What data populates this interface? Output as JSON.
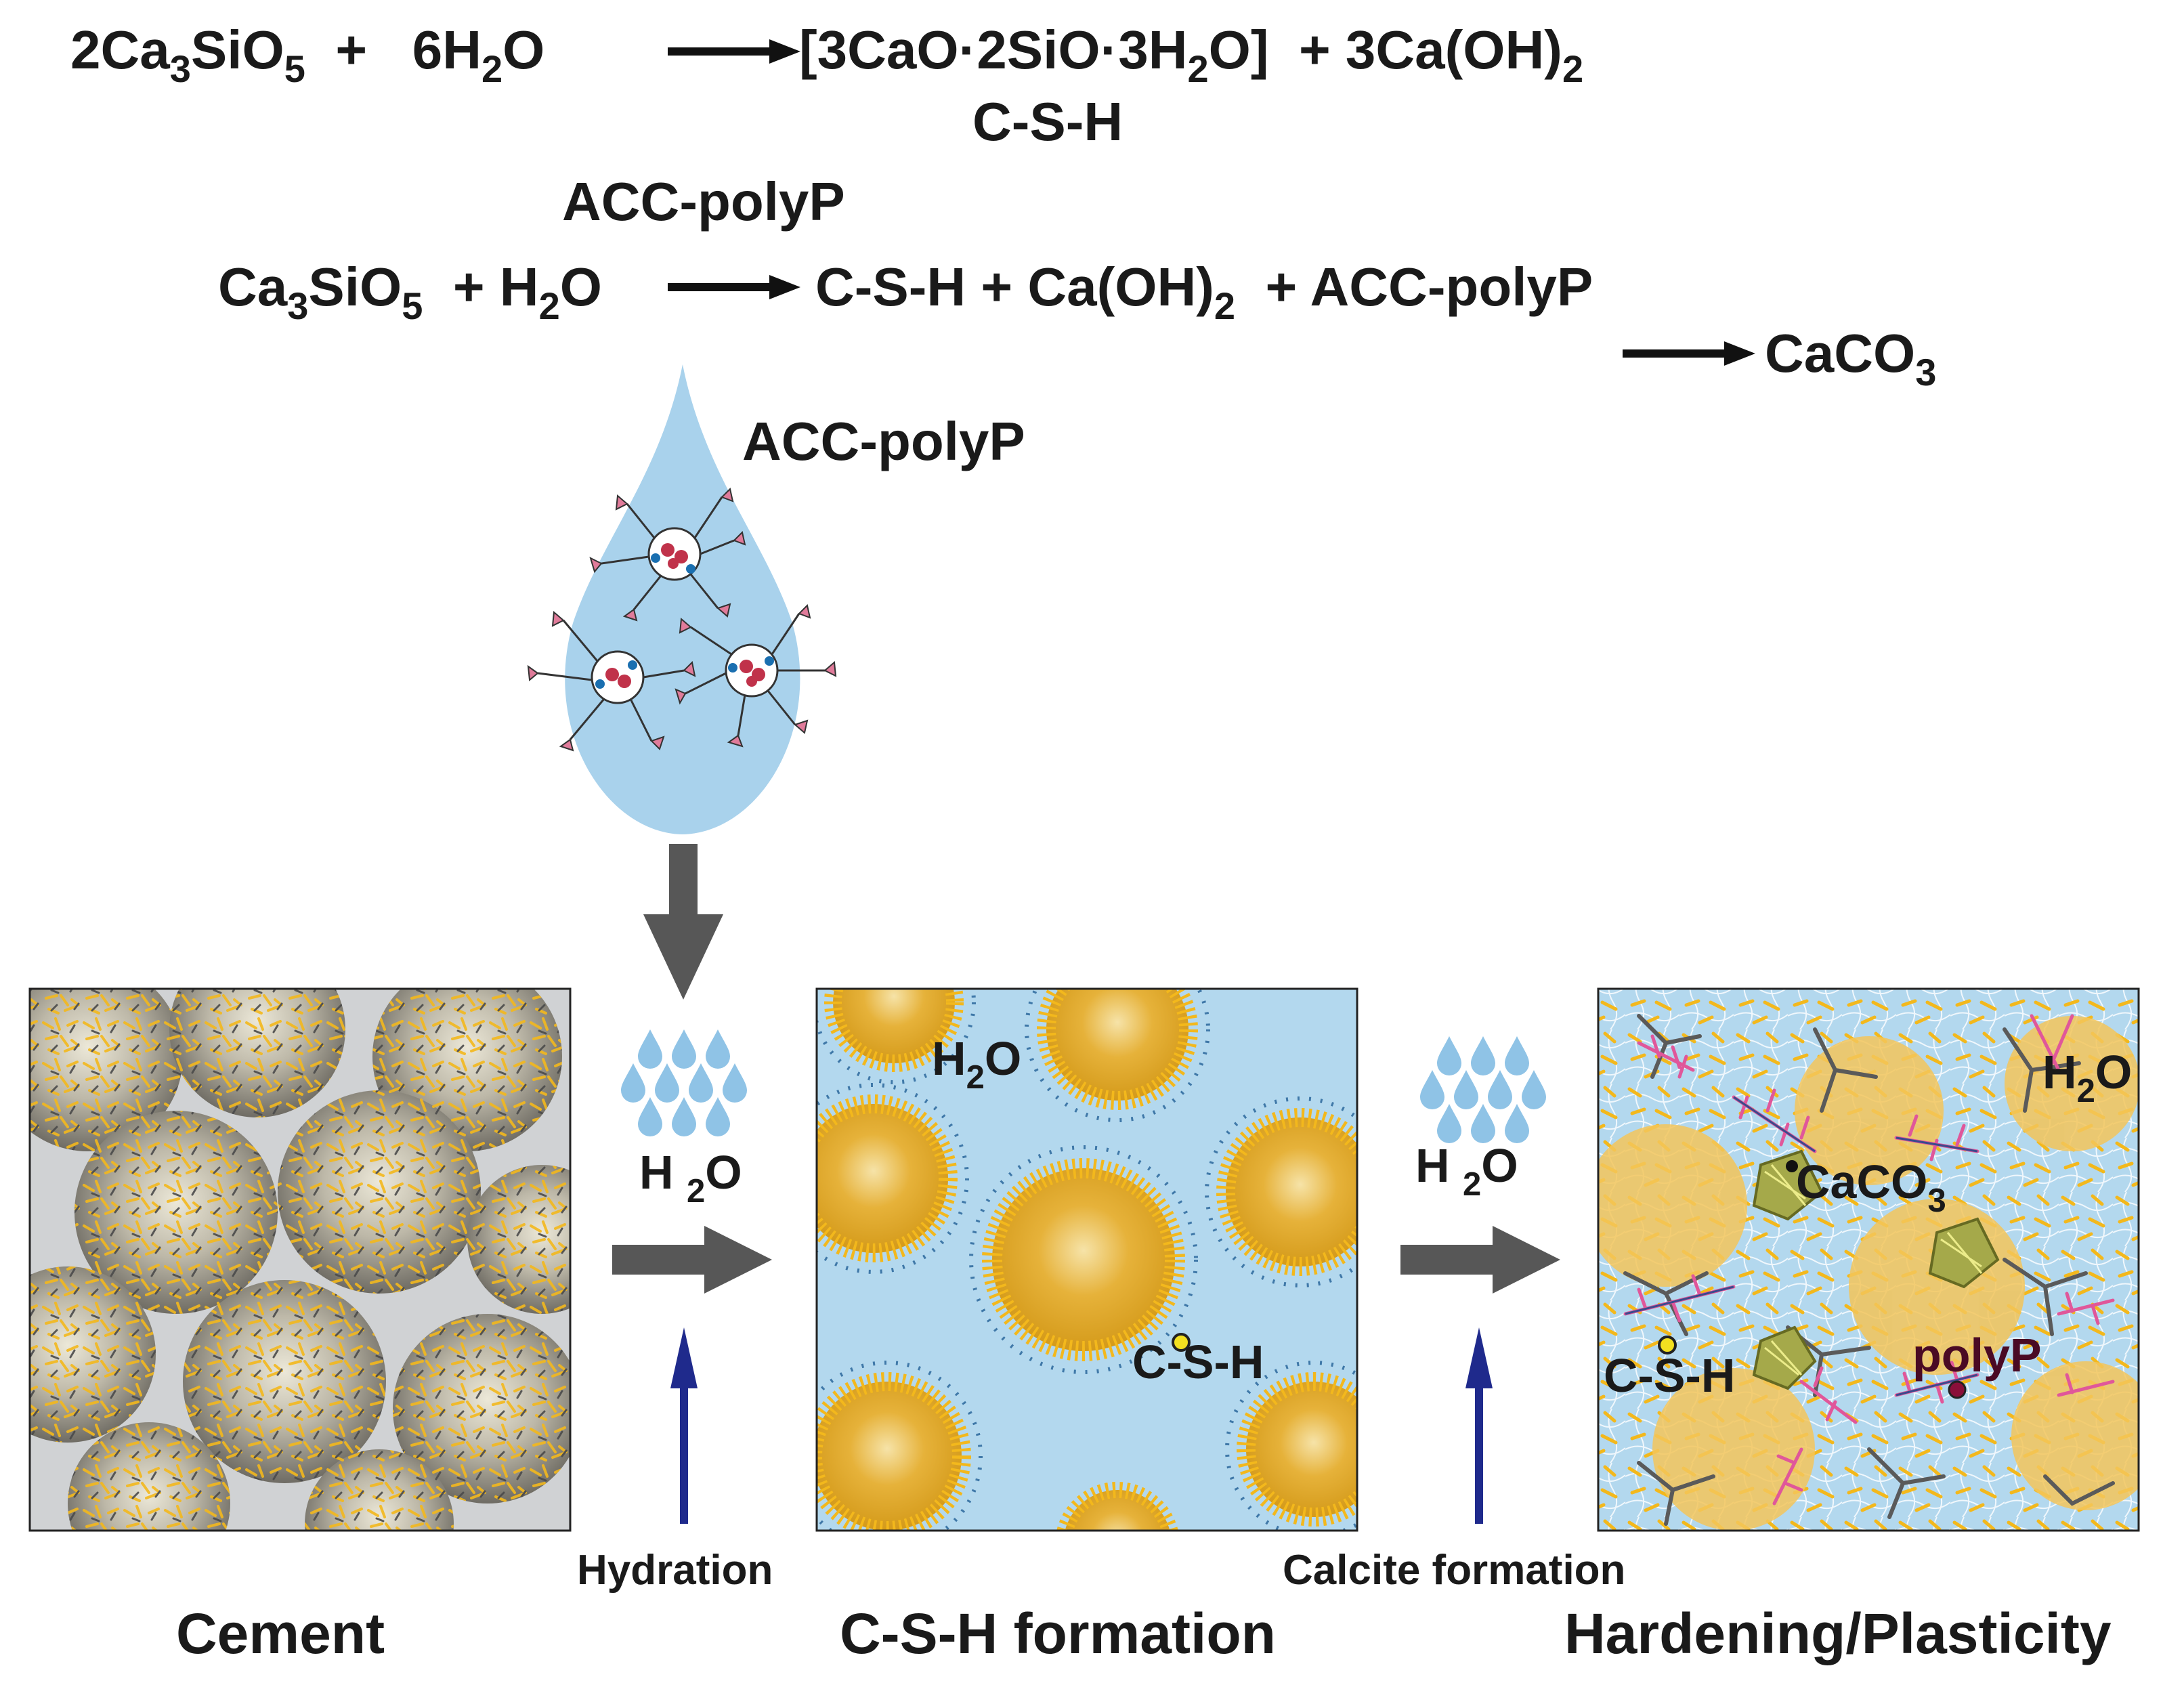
{
  "equations": {
    "eq1": {
      "left": [
        {
          "t": "2Ca"
        },
        {
          "s": "3"
        },
        {
          "t": "SiO"
        },
        {
          "s": "5"
        },
        {
          "t": "  +   6H"
        },
        {
          "s": "2"
        },
        {
          "t": "O"
        }
      ],
      "right": [
        {
          "t": "[3CaO·2SiO·3H"
        },
        {
          "s": "2"
        },
        {
          "t": "O]  + 3Ca(OH)"
        },
        {
          "s": "2"
        }
      ],
      "csh_label": "C-S-H"
    },
    "catalyst_label": "ACC-polyP",
    "eq2": {
      "left": [
        {
          "t": "Ca"
        },
        {
          "s": "3"
        },
        {
          "t": "SiO"
        },
        {
          "s": "5"
        },
        {
          "t": "  + H"
        },
        {
          "s": "2"
        },
        {
          "t": "O"
        }
      ],
      "right": [
        {
          "t": "C-S-H + Ca(OH)"
        },
        {
          "s": "2"
        },
        {
          "t": "  + ACC-polyP"
        }
      ]
    },
    "eq3": {
      "right": [
        {
          "t": "CaCO"
        },
        {
          "s": "3"
        }
      ]
    }
  },
  "droplet": {
    "label": "ACC-polyP"
  },
  "stages": {
    "cement": {
      "caption": "Cement"
    },
    "csh": {
      "caption": "C-S-H formation",
      "water_label": [
        {
          "t": "H"
        },
        {
          "s": "2"
        },
        {
          "t": "O"
        }
      ],
      "csh_label": "C-S-H"
    },
    "hardening": {
      "caption": "Hardening/Plasticity",
      "water_label": [
        {
          "t": "H"
        },
        {
          "s": "2"
        },
        {
          "t": "O"
        }
      ],
      "caco3_label": [
        {
          "t": "CaCO"
        },
        {
          "s": "3"
        }
      ],
      "csh_label": "C-S-H",
      "polyp_label": "polyP"
    }
  },
  "transitions": {
    "hydration": {
      "water": [
        {
          "t": "H "
        },
        {
          "s": "2"
        },
        {
          "t": "O"
        }
      ],
      "label": "Hydration"
    },
    "calcite": {
      "water": [
        {
          "t": "H "
        },
        {
          "s": "2"
        },
        {
          "t": "O"
        }
      ],
      "label": "Calcite formation"
    }
  },
  "colors": {
    "water_blue": "#b3d8ee",
    "drop_blue": "#9fcbe8",
    "cement_grey": "#d0d2d4",
    "fiber_yellow": "#f3b81c",
    "fiber_dark": "#4a4a4a",
    "arrow_grey": "#575757",
    "arrow_blue": "#1f2a8c",
    "polyp_pink": "#e0579a"
  }
}
